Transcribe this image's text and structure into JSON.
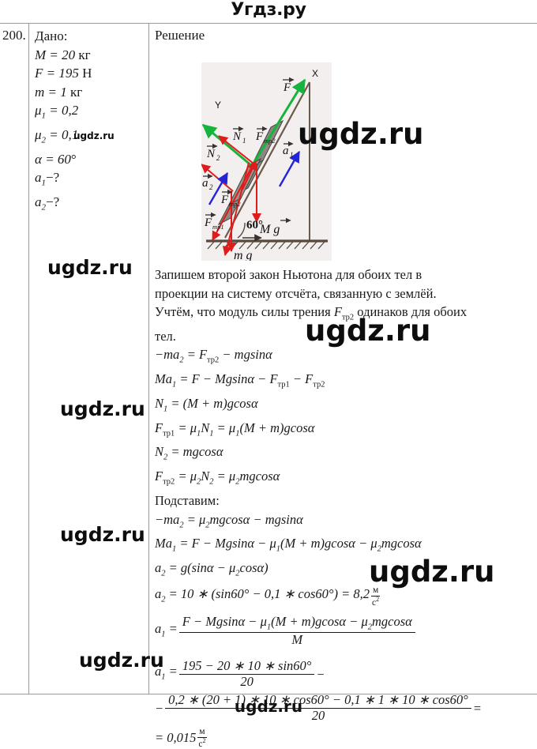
{
  "site": {
    "header_watermark": "Угдз.ру",
    "footer_watermark": "ugdz.ru",
    "watermark_text": "ugdz.ru"
  },
  "problem": {
    "number": "200.",
    "given_label": "Дано:",
    "given": [
      {
        "symbol": "M",
        "value": "= 20 кг"
      },
      {
        "symbol": "F",
        "value": "= 195 Н"
      },
      {
        "symbol": "m",
        "value": "= 1 кг"
      },
      {
        "symbol": "μ₁",
        "value": "= 0,2"
      },
      {
        "symbol": "μ₂",
        "value": "= 0,1"
      },
      {
        "symbol": "α",
        "value": "= 60°"
      },
      {
        "symbol": "a₁",
        "value": "−?"
      },
      {
        "symbol": "a₂",
        "value": "−?"
      }
    ],
    "given_lines": [
      "M = 20 кг",
      "F = 195 Н",
      "m = 1 кг",
      "μ1 = 0,2",
      "μ2 = 0,1",
      "α = 60°",
      "a1−?",
      "a2−?"
    ]
  },
  "solution": {
    "title": "Решение",
    "figure": {
      "axis_x_label": "X",
      "axis_y_label": "Y",
      "angle_label": "60°",
      "vectors": [
        "F",
        "N1",
        "N2",
        "F mp1",
        "F mp2",
        "a1",
        "a2",
        "M g",
        "m g"
      ],
      "colors": {
        "axes": "#16b43c",
        "forces": "#e01b1b",
        "acceleration": "#2323d8",
        "incline": "#4a4036",
        "background": "#f3efee"
      }
    },
    "paragraphs": [
      "Запишем второй закон Ньютона для обоих тел в",
      "проекции на систему отсчёта, связанную с землёй.",
      "Учтём, что модуль силы трения Fтр2 одинаков для обоих",
      "тел."
    ],
    "equations": [
      "−ma2 = Fтр2 − mgsinα",
      "Ma1 = F − Mgsinα − Fтр1 − Fтр2",
      "N1 = (M + m)gcosα",
      "Fтр1 = μ1N1 = μ1(M + m)gcosα",
      "N2 = mgcosα",
      "Fтр2 = μ2N2 = μ2mgcosα"
    ],
    "substitute_label": "Подставим:",
    "equations2": [
      "−ma2 = μ2mgcosα − mgsinα",
      "Ma1 = F − Mgsinα − μ1(M + m)gcosα − μ2mgcosα",
      "a2 = g(sinα − μ2cosα)"
    ],
    "a2_result": {
      "lhs": "a2 =",
      "expr": "10 ∗ (sin60° − 0,1 ∗ cos60°) =",
      "value": "8,2",
      "unit_num": "м",
      "unit_den": "с2"
    },
    "a1_formula": {
      "lhs": "a1 =",
      "numerator": "F − Mgsinα − μ1(M + m)gcosα − μ2mgcosα",
      "denominator": "M"
    },
    "a1_numeric": {
      "lhs": "a1 =",
      "frac1_num": "195 − 20 ∗ 10 ∗ sin60°",
      "frac1_den": "20",
      "minus": "−",
      "frac2_num": "0,2 ∗ (20 + 1) ∗ 10 ∗ cos60° − 0,1 ∗ 1 ∗ 10 ∗ cos60°",
      "frac2_den": "20",
      "equals": "="
    },
    "a1_result": {
      "prefix": "= 0,015",
      "unit_num": "м",
      "unit_den": "с2"
    }
  }
}
